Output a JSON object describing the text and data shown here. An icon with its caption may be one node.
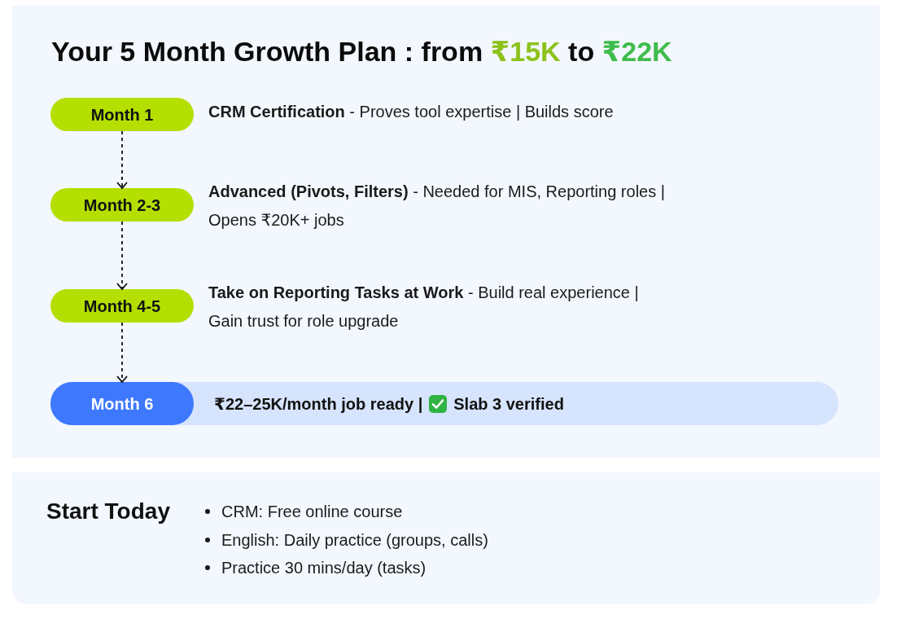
{
  "diagram": {
    "title": "Your 5 Month Growth Plan : from **₹15K** to **₹22K**",
    "nodes": [
      {
        "text": [],
        "shape": "box"
      },
      {
        "text": [
          "Month 1"
        ],
        "in": 0,
        "beside": [
          "**CRM Certification** - Proves tool expertise | Builds score"
        ]
      },
      {
        "text": [
          "Month 2-3"
        ],
        "in": 0,
        "beside": [
          "**Advanced (Pivots, Filters)** - Needed for MIS, Reporting roles | Opens ₹20K+ jobs"
        ]
      },
      {
        "text": [
          "Month 4-5"
        ],
        "in": 0,
        "beside": [
          "**Take on Reporting Tasks at Work** - Build real experience | Gain trust for role upgrade"
        ]
      },
      {
        "text": [
          "₹22–25K/month job ready |",
          "Slab 3 verified"
        ],
        "in": 0
      },
      {
        "text": [
          "Month 6"
        ],
        "in": 4
      },
      {
        "text": [
          "Start Today",
          "CRM: Free online course",
          "English: Daily practice (groups, calls)",
          "Practice 30 mins/day (tasks)"
        ]
      }
    ],
    "edges": [
      {
        "from": 1,
        "to": 2,
        "arrow": "to",
        "style": "dashed"
      },
      {
        "from": 2,
        "to": 3,
        "arrow": "to",
        "style": "dashed"
      },
      {
        "from": 3,
        "to": 5,
        "arrow": "to",
        "style": "dashed"
      }
    ]
  }
}
